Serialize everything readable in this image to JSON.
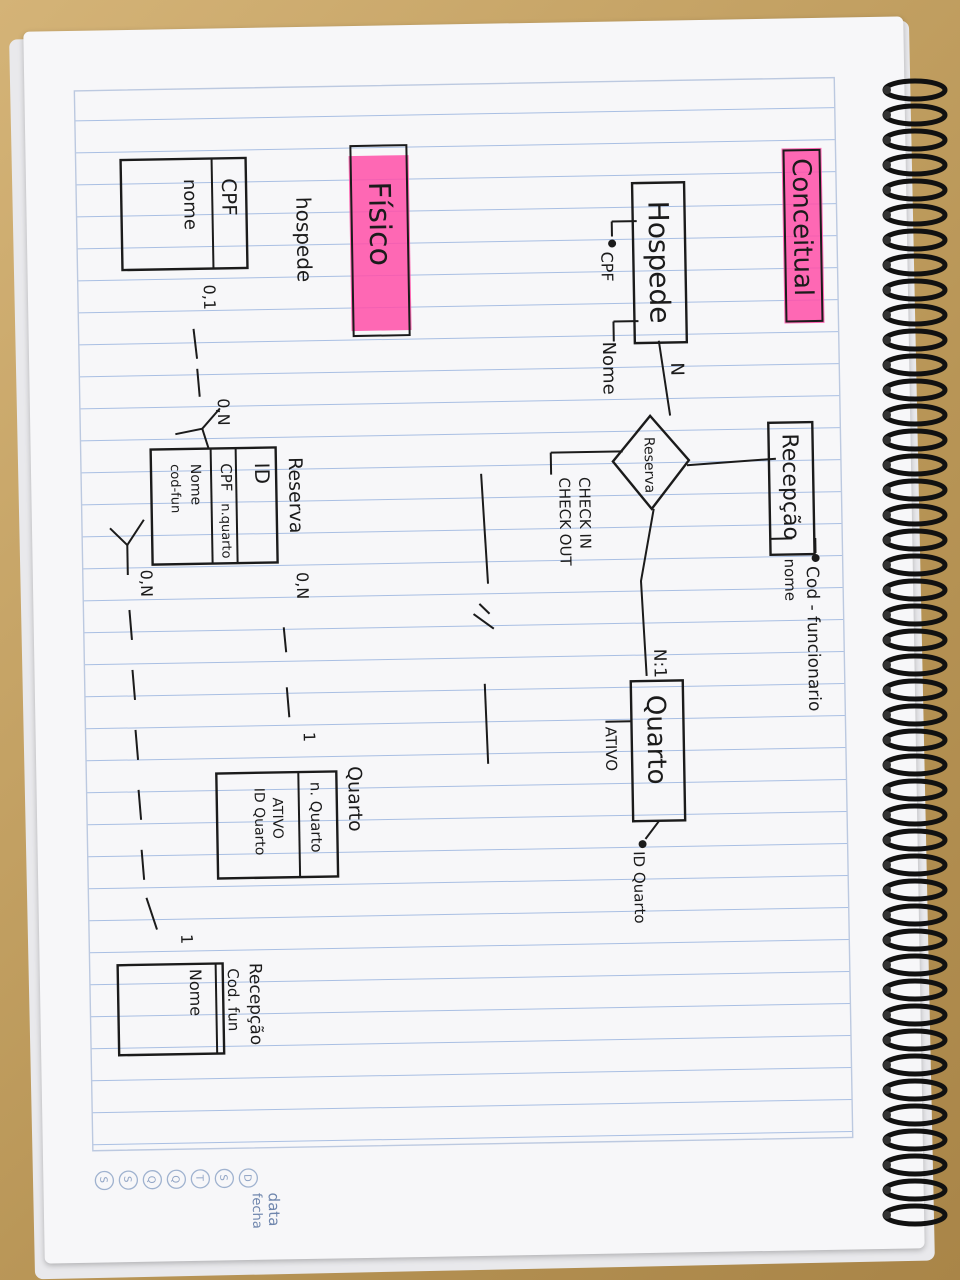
{
  "sections": {
    "conceptual": "Conceitual",
    "physical": "Físico"
  },
  "conceptual": {
    "entities": {
      "hospede": "Hospede",
      "recepcao": "Recepção",
      "quarto": "Quarto"
    },
    "relationship": "Reserva",
    "attributes": {
      "hospede_cpf": "CPF",
      "hospede_nome": "Nome",
      "recepcao_cod": "Cod - funcionario",
      "recepcao_nome": "nome",
      "quarto_ativo": "ATIVO",
      "quarto_id": "ID Quarto",
      "reserva_checkin": "CHECK IN",
      "reserva_checkout": "CHECK OUT"
    },
    "cardinalities": {
      "hospede_reserva": "N",
      "quarto_reserva": "N:1"
    }
  },
  "physical": {
    "hospede": {
      "title": "hospede",
      "fields": [
        "CPF",
        "nome"
      ]
    },
    "reserva": {
      "title": "Reserva",
      "fields": [
        "ID",
        "CPF",
        "n.quarto",
        "Nome",
        "cod-fun"
      ]
    },
    "quarto": {
      "title": "Quarto",
      "fields": [
        "n. Quarto",
        "ATIVO",
        "ID Quarto"
      ]
    },
    "recepcao": {
      "title": "Recepção",
      "fields": [
        "Cod. fun",
        "Nome"
      ]
    },
    "cardinalities": {
      "hospede_side": "0,1",
      "reserva_left": "0,N",
      "reserva_right": "0,N",
      "reserva_bottom": "0,N",
      "quarto_side": "1",
      "recepcao_side": "1"
    }
  },
  "footer": {
    "data_label": "data",
    "fecha_label": "fecha",
    "day_letters": [
      "D",
      "S",
      "T",
      "Q",
      "Q",
      "S",
      "S"
    ]
  },
  "colors": {
    "highlighter": "#ff4fa8",
    "ink": "#1b1b1b",
    "ruled_line": "#a9bfe3",
    "margin_line": "#bcc9e0"
  }
}
